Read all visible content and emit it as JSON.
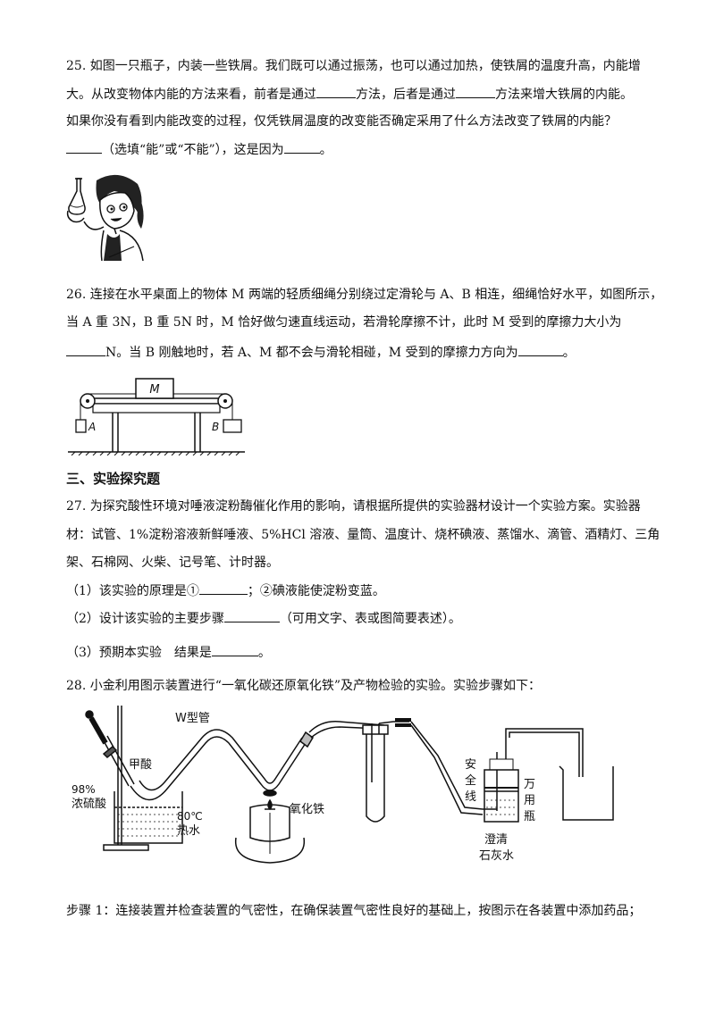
{
  "q25": {
    "l1": "25. 如图一只瓶子，内装一些铁屑。我们既可以通过振荡，也可以通过加热，使铁屑的温度升高，内能增",
    "l2a": "大。从改变物体内能的方法来看，前者是通过",
    "l2b": "方法，后者是通过",
    "l2c": "方法来增大铁屑的内能。",
    "l3": "如果你没有看到内能改变的过程，仅凭铁屑温度的改变能否确定采用了什么方法改变了铁屑的内能？",
    "l4a": "（选填“能”或“不能”），这是因为",
    "l4b": "。"
  },
  "q26": {
    "l1": "26. 连接在水平桌面上的物体 M 两端的轻质细绳分别绕过定滑轮与 A、B 相连，细绳恰好水平，如图所示，",
    "l2": "当 A 重 3N，B 重 5N 时，M 恰好做匀速直线运动，若滑轮摩擦不计，此时 M 受到的摩擦力大小为",
    "l3a": "N。当 B 刚触地时，若 A、M 都不会与滑轮相碰，M 受到的摩擦力方向为",
    "l3b": "。",
    "fig_labels": {
      "m": "M",
      "a": "A",
      "b": "B"
    }
  },
  "section3": {
    "title": "三、实验探究题"
  },
  "q27": {
    "l1": "27. 为探究酸性环境对唾液淀粉酶催化作用的影响，请根据所提供的实验器材设计一个实验方案。实验器",
    "l2": "材：试管、1%淀粉溶液新鲜唾液、5%HCl 溶液、量筒、温度计、烧杯碘液、蒸馏水、滴管、酒精灯、三角",
    "l3": "架、石棉网、火柴、记号笔、计时器。",
    "p1a": "（1）该实验的原理是①",
    "p1b": "；②碘液能使淀粉变蓝。",
    "p2a": "（2）设计该实验的主要步骤",
    "p2b": "（可用文字、表或图简要表述）。",
    "p3a": "（3）预期本实验　结果是",
    "p3b": "。"
  },
  "q28": {
    "l1": "28. 小金利用图示装置进行“一氧化碳还原氧化铁”及产物检验的实验。实验步骤如下：",
    "fig_labels": {
      "w_tube": "W型管",
      "formic": "甲酸",
      "acid_pct": "98%",
      "acid": "浓硫酸",
      "temp": "80℃",
      "hot_water": "热水",
      "iron_oxide": "氧化铁",
      "safety1": "安",
      "safety2": "全",
      "safety3": "线",
      "bottle1": "万",
      "bottle2": "用",
      "bottle3": "瓶",
      "lime1": "澄清",
      "lime2": "石灰水"
    },
    "step1": "步骤 1：连接装置并检查装置的气密性，在确保装置气密性良好的基础上，按图示在各装置中添加药品；"
  }
}
